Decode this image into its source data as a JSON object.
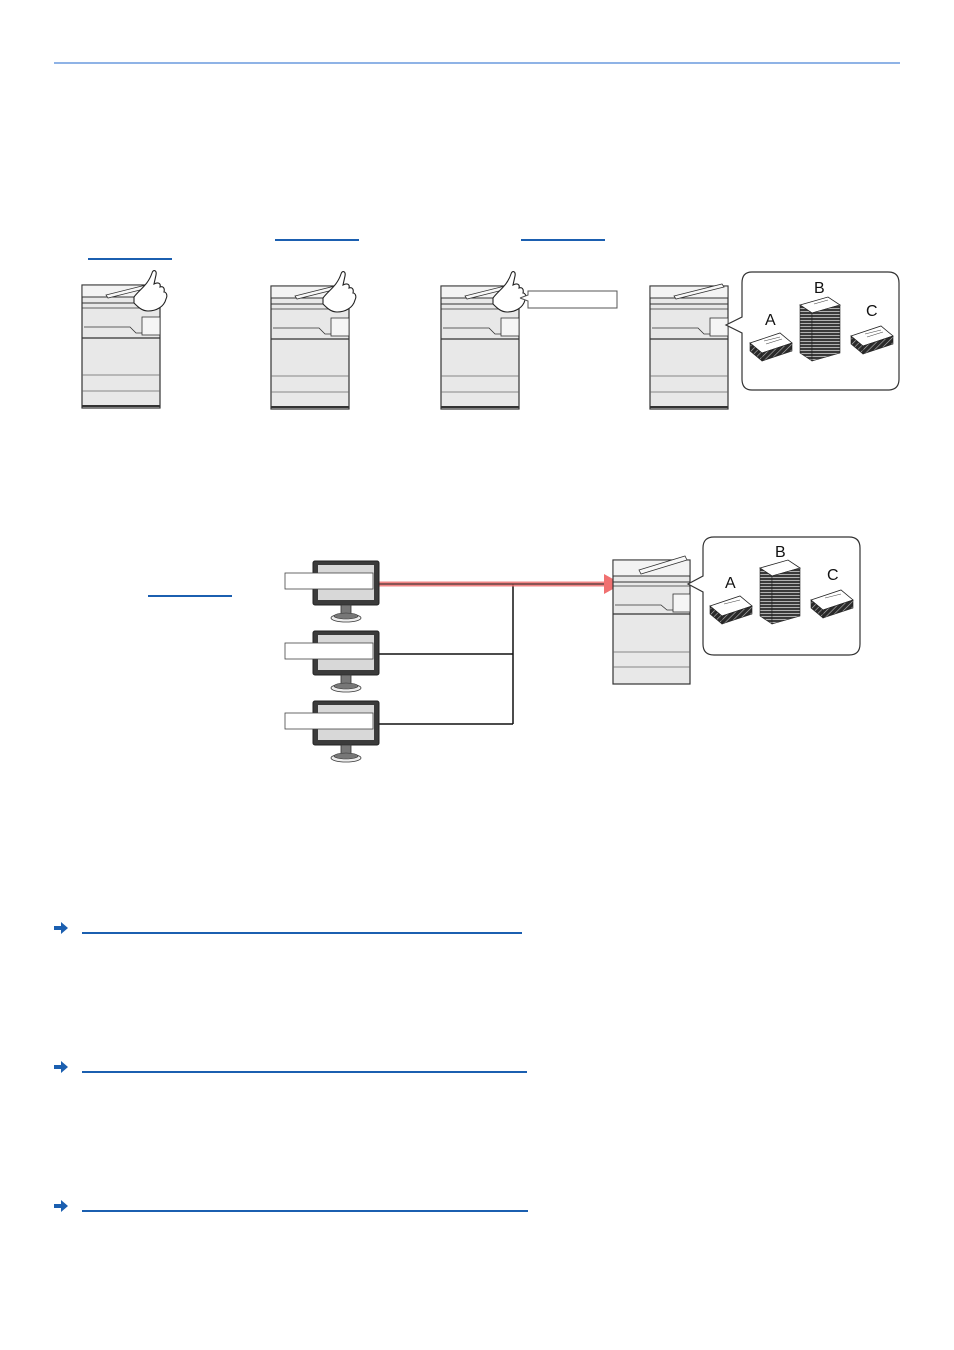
{
  "illustration_1": {
    "stack_labels": [
      "A",
      "B",
      "C"
    ]
  },
  "illustration_2": {
    "stack_labels": [
      "A",
      "B",
      "C"
    ]
  },
  "colors": {
    "header_rule": "#8fb3e6",
    "link": "#1b5fb0",
    "job_arrow": "#f07070"
  },
  "icons": {
    "reference": "arrow-right-icon",
    "hand": "pointing-hand-icon"
  }
}
